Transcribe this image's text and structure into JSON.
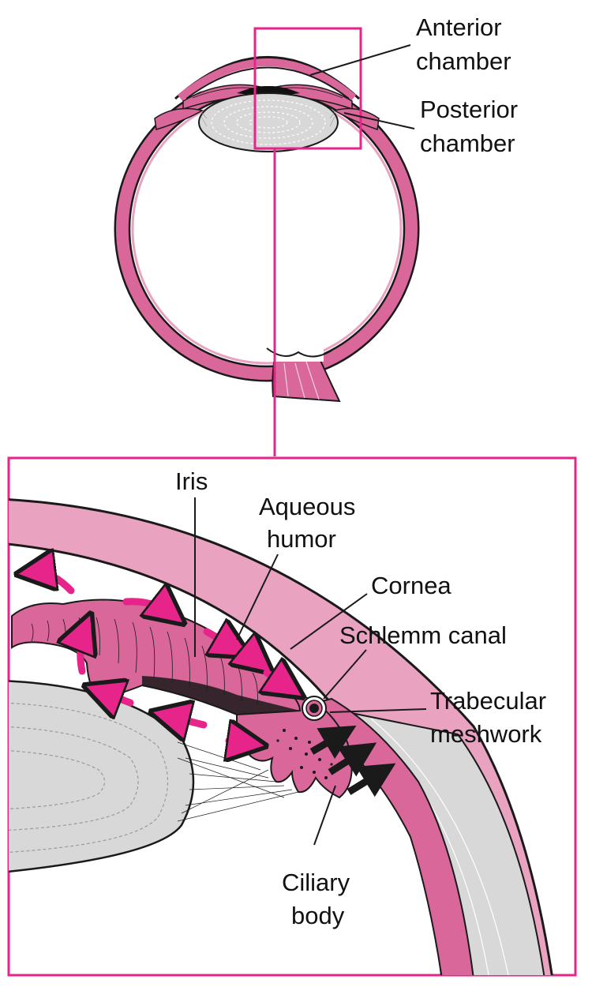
{
  "colors": {
    "magenta": "#e6248a",
    "tissue_pink": "#d9679a",
    "light_pink": "#e9a3c1",
    "pale_pink": "#f3cfe0",
    "lens_gray": "#d8d8d8",
    "outline": "#1a1a1a"
  },
  "top_labels": {
    "anterior": [
      "Anterior",
      "chamber"
    ],
    "posterior": [
      "Posterior",
      "chamber"
    ]
  },
  "detail_labels": {
    "iris": "Iris",
    "aqueous": [
      "Aqueous",
      "humor"
    ],
    "cornea": "Cornea",
    "schlemm": "Schlemm canal",
    "trabecular": [
      "Trabecular",
      "meshwork"
    ],
    "ciliary": [
      "Ciliary",
      "body"
    ]
  }
}
